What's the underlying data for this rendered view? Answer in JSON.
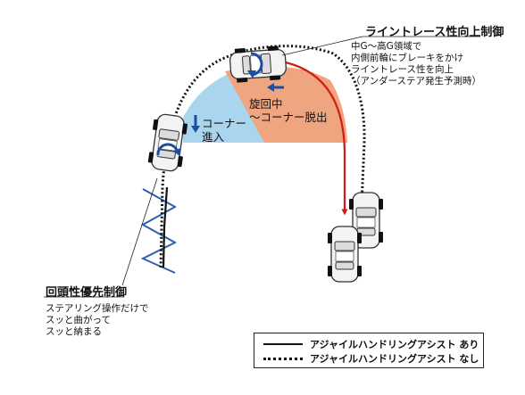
{
  "callout_top": {
    "title": "ライントレース性向上制御",
    "desc": [
      "中G～高G領域で",
      "内側前輪にブレーキをかけ",
      "ライントレース性を向上",
      "（アンダーステア発生予測時）"
    ]
  },
  "callout_bottom": {
    "title": "回頭性優先制御",
    "desc": [
      "ステアリング操作だけで",
      "スッと曲がって",
      "スッと納まる"
    ]
  },
  "zone_entry": [
    "コーナー",
    "進入"
  ],
  "zone_turn": [
    "旋回中",
    "～コーナー脱出"
  ],
  "legend": {
    "with_assist": "アジャイルハンドリングアシスト あり",
    "without_assist": "アジャイルハンドリングアシスト なし"
  },
  "colors": {
    "entry_zone": "#a9d6ee",
    "turn_zone": "#f0a581",
    "arrow_blue": "#1a4fa3",
    "red_path": "#d41c14"
  }
}
